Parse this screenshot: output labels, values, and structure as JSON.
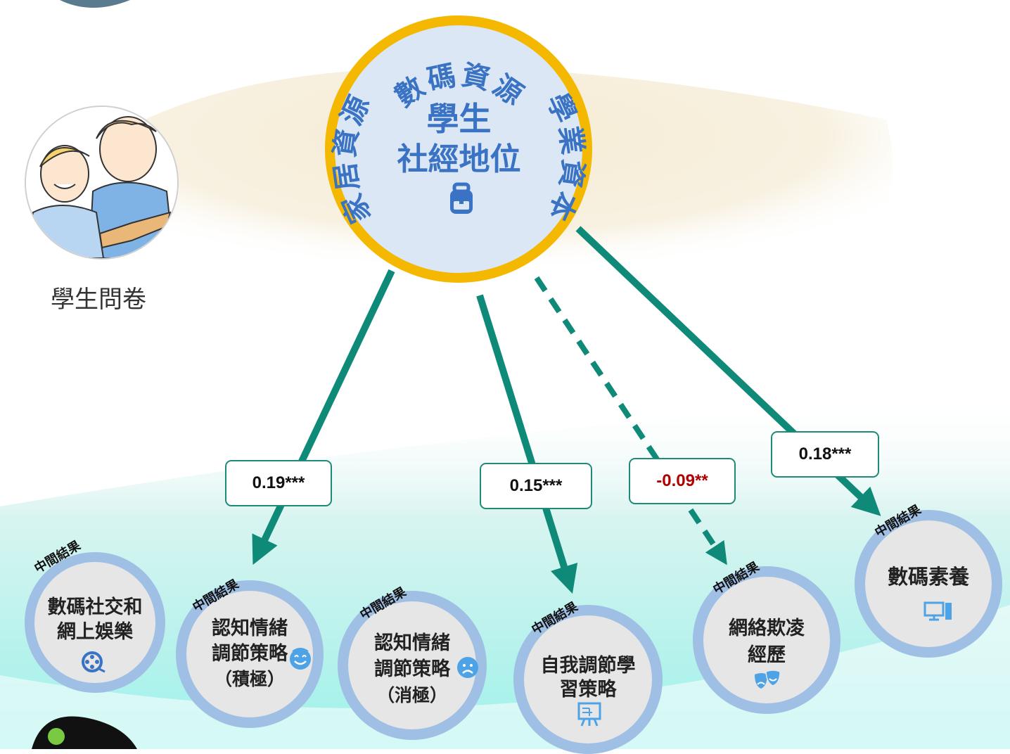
{
  "center": {
    "top_arc": "數碼資源",
    "left_arc": "家居資源",
    "right_arc": "學業資本",
    "title_line1": "學生",
    "title_line2": "社經地位",
    "icon": "backpack-icon"
  },
  "questionnaire_label": "學生問卷",
  "coefficients": [
    {
      "value": "0.19***",
      "significant": true,
      "negative": false
    },
    {
      "value": "0.15***",
      "significant": true,
      "negative": false
    },
    {
      "value": "-0.09**",
      "significant": true,
      "negative": true
    },
    {
      "value": "0.18***",
      "significant": true,
      "negative": false
    }
  ],
  "outcome_tag": "中間結果",
  "outcomes": [
    {
      "line1": "數碼社交和",
      "line2": "網上娛樂",
      "line3": "",
      "icon": "film-reel-icon"
    },
    {
      "line1": "認知情緒",
      "line2": "調節策略",
      "line3": "（積極）",
      "icon": "smile-icon"
    },
    {
      "line1": "認知情緒",
      "line2": "調節策略",
      "line3": "（消極）",
      "icon": "sad-icon"
    },
    {
      "line1": "自我調節學",
      "line2": "習策略",
      "line3": "",
      "icon": "presentation-board-icon"
    },
    {
      "line1": "網絡欺凌",
      "line2": "經歷",
      "line3": "",
      "icon": "theater-masks-icon"
    },
    {
      "line1": "數碼素養",
      "line2": "",
      "line3": "",
      "icon": "computer-icon"
    }
  ],
  "colors": {
    "arrow": "#0f8a78",
    "ring": "#f5b800",
    "text_blue": "#3a73c4",
    "negative": "#b00000",
    "outcome_ring": "#9fc0e4"
  }
}
